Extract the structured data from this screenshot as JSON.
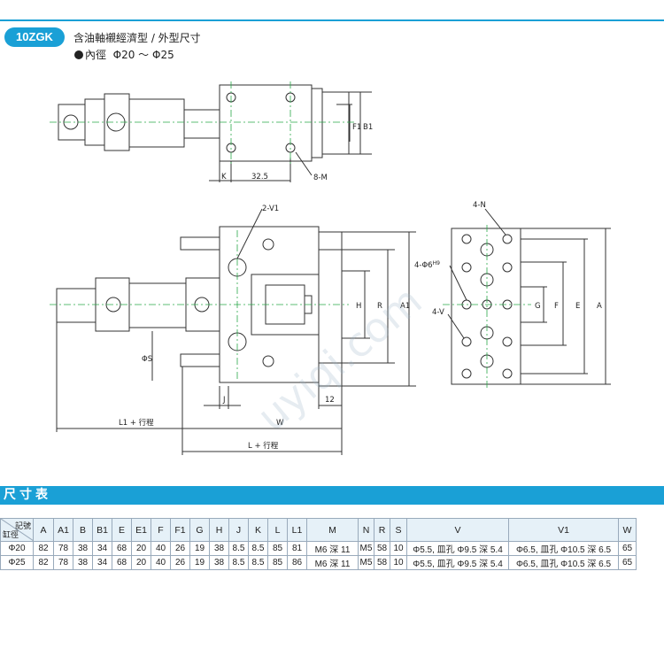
{
  "header": {
    "model": "10ZGK",
    "title": "含油軸襯經濟型 / 外型尺寸",
    "bore_label": "內徑",
    "bore_range": "Φ20 ～ Φ25"
  },
  "drawing": {
    "top_view": {
      "k": "K",
      "dim_325": "32.5",
      "hole_8m": "8-M",
      "f1": "F1",
      "b1": "B1"
    },
    "front_view": {
      "v1": "2-V1",
      "h": "H",
      "r": "R",
      "a1": "A1",
      "phi_s": "ΦS",
      "j": "J",
      "dim_12": "12",
      "w": "W",
      "l1_stroke": "L1 + 行程",
      "l_stroke": "L + 行程"
    },
    "end_view": {
      "n": "4-N",
      "phi6": "4-Φ6",
      "phi6_sup": "H9",
      "v": "4-V",
      "g": "G",
      "f": "F",
      "e": "E",
      "a": "A"
    },
    "watermark": "uyiqi.com"
  },
  "table": {
    "section_title": "尺寸表",
    "corner_top": "記號",
    "corner_bottom": "缸徑",
    "columns": [
      "A",
      "A1",
      "B",
      "B1",
      "E",
      "E1",
      "F",
      "F1",
      "G",
      "H",
      "J",
      "K",
      "L",
      "L1",
      "M",
      "N",
      "R",
      "S",
      "V",
      "V1",
      "W"
    ],
    "rows": [
      {
        "bore": "Φ20",
        "values": [
          "82",
          "78",
          "38",
          "34",
          "68",
          "20",
          "40",
          "26",
          "19",
          "38",
          "8.5",
          "8.5",
          "85",
          "81",
          "M6 深 11",
          "M5",
          "58",
          "10",
          "Φ5.5, 皿孔 Φ9.5 深 5.4",
          "Φ6.5, 皿孔 Φ10.5 深 6.5",
          "65"
        ]
      },
      {
        "bore": "Φ25",
        "values": [
          "82",
          "78",
          "38",
          "34",
          "68",
          "20",
          "40",
          "26",
          "19",
          "38",
          "8.5",
          "8.5",
          "85",
          "86",
          "M6 深 11",
          "M5",
          "58",
          "10",
          "Φ5.5, 皿孔 Φ9.5 深 5.4",
          "Φ6.5, 皿孔 Φ10.5 深 6.5",
          "65"
        ]
      }
    ]
  },
  "colors": {
    "accent": "#1aa0d6",
    "header_bg": "#e6f1f8",
    "centerline": "#2aa84a"
  }
}
